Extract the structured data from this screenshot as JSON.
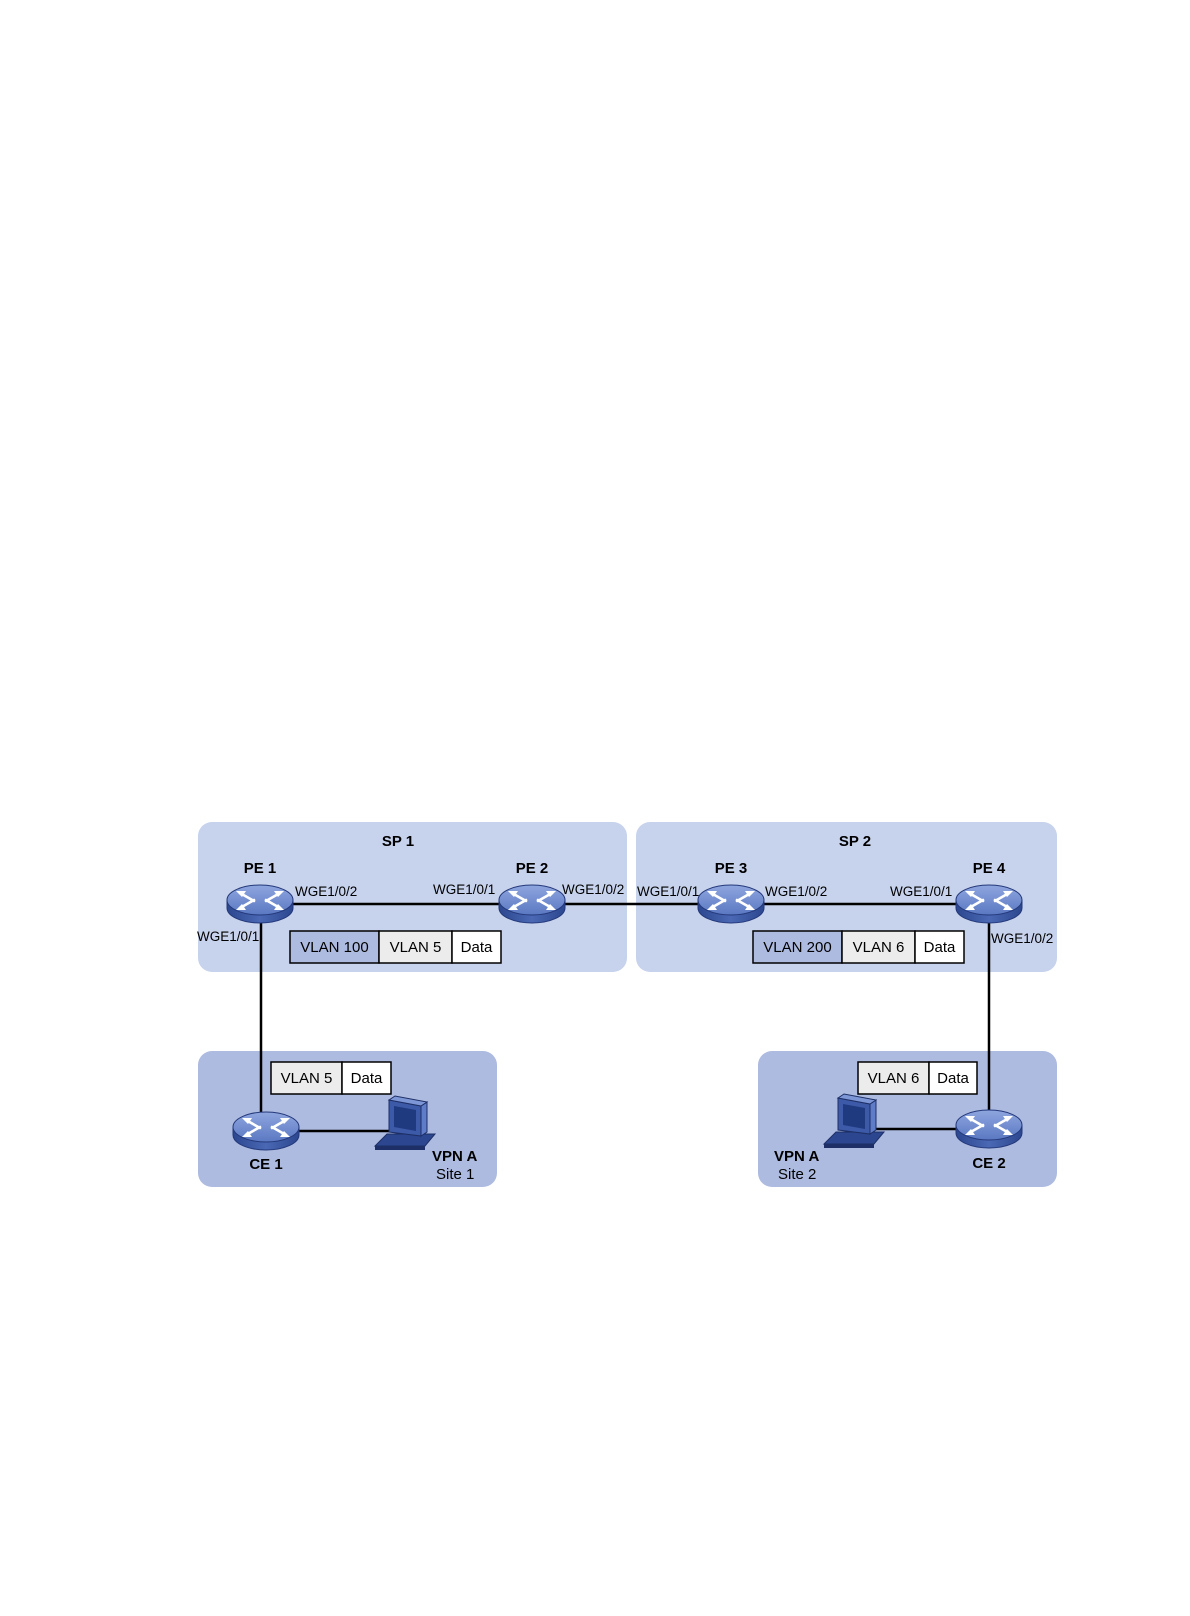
{
  "regions": {
    "sp1": "SP 1",
    "sp2": "SP 2"
  },
  "devices": {
    "pe1": "PE 1",
    "pe2": "PE 2",
    "pe3": "PE 3",
    "pe4": "PE 4",
    "ce1": "CE 1",
    "ce2": "CE 2"
  },
  "ports": {
    "pe1_right": "WGE1/0/2",
    "pe1_down": "WGE1/0/1",
    "pe2_left": "WGE1/0/1",
    "pe2_right": "WGE1/0/2",
    "pe3_left": "WGE1/0/1",
    "pe3_right": "WGE1/0/2",
    "pe4_left": "WGE1/0/1",
    "pe4_down": "WGE1/0/2"
  },
  "sites": {
    "site1": {
      "vpn": "VPN A",
      "name": "Site 1"
    },
    "site2": {
      "vpn": "VPN A",
      "name": "Site 2"
    }
  },
  "frames": {
    "sp1_frame": [
      "VLAN 100",
      "VLAN 5",
      "Data"
    ],
    "sp2_frame": [
      "VLAN 200",
      "VLAN 6",
      "Data"
    ],
    "site1_frame": [
      "VLAN 5",
      "Data"
    ],
    "site2_frame": [
      "VLAN 6",
      "Data"
    ]
  },
  "colors": {
    "sp_region": "#c7d2ec",
    "site_region": "#aebbe0",
    "outer_tag": "#aebbe0",
    "inner_tag": "#ececec",
    "data_cell": "#ffffff",
    "device_body": "#4a68b4"
  }
}
